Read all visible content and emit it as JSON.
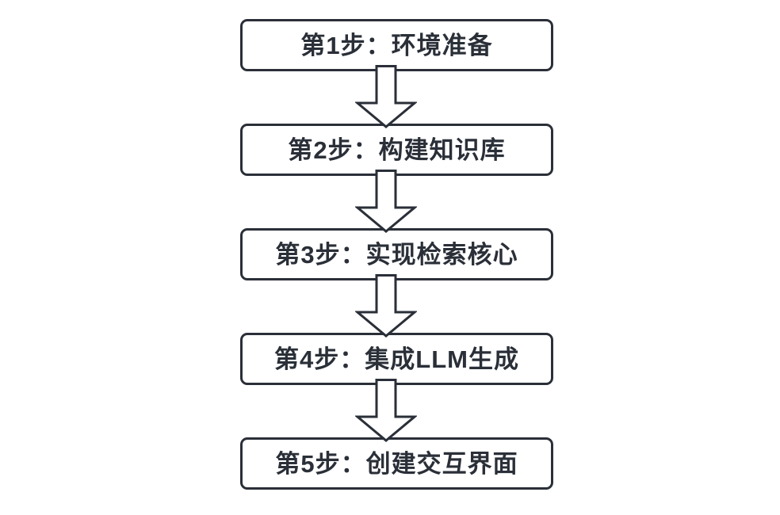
{
  "diagram": {
    "type": "flowchart-vertical",
    "colors": {
      "background": "#ffffff",
      "node_fill": "#ffffff",
      "stroke": "#2a2f38",
      "text": "#2a2f38"
    },
    "connector_icon": "down-block-arrow",
    "steps": [
      {
        "label": "第1步：环境准备"
      },
      {
        "label": "第2步：构建知识库"
      },
      {
        "label": "第3步：实现检索核心"
      },
      {
        "label": "第4步：集成LLM生成"
      },
      {
        "label": "第5步：创建交互界面"
      }
    ]
  }
}
